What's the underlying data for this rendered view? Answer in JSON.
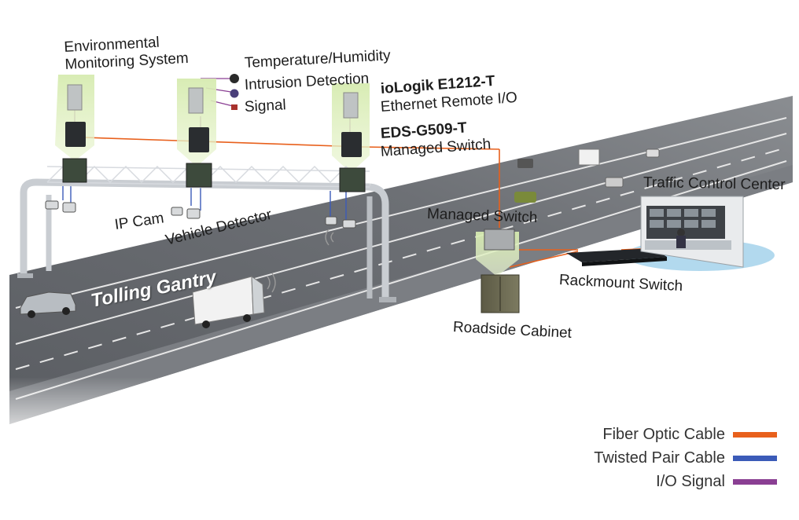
{
  "labels": {
    "env_monitoring": [
      "Environmental",
      "Monitoring System"
    ],
    "temp_humidity": "Temperature/Humidity",
    "intrusion": "Intrusion Detection",
    "signal": "Signal",
    "iologik_model": "ioLogik E1212-T",
    "iologik_desc": "Ethernet Remote I/O",
    "eds_model": "EDS-G509-T",
    "eds_desc": "Managed Switch",
    "ip_cam": "IP Cam",
    "vehicle_detector": "Vehicle Detector",
    "tolling_gantry": "Tolling Gantry",
    "managed_switch": "Managed Switch",
    "roadside_cabinet": "Roadside Cabinet",
    "rackmount_switch": "Rackmount Switch",
    "traffic_control_center": "Traffic Control Center"
  },
  "legend": [
    {
      "label": "Fiber Optic Cable",
      "color": "#e8601c"
    },
    {
      "label": "Twisted Pair Cable",
      "color": "#3b5bb8"
    },
    {
      "label": "I/O Signal",
      "color": "#8a3f93"
    }
  ],
  "sensor_icons": [
    {
      "name": "temperature-sensor-icon",
      "color": "#2a2a2a"
    },
    {
      "name": "intrusion-sensor-icon",
      "color": "#4a3f7a"
    },
    {
      "name": "signal-icon",
      "color": "#a8322d"
    }
  ]
}
